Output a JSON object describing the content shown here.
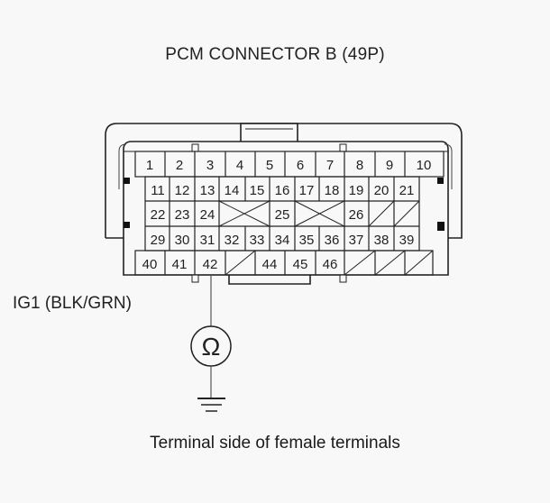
{
  "diagram": {
    "title": "PCM CONNECTOR B (49P)",
    "caption": "Terminal side of female terminals",
    "wire_label": "IG1 (BLK/GRN)",
    "meter_symbol": "Ω",
    "probe_terminal": "42",
    "ground_symbol": "ground-icon",
    "rows": [
      [
        "1",
        "2",
        "3",
        "4",
        "5",
        "6",
        "7",
        "8",
        "9",
        "10"
      ],
      [
        "11",
        "12",
        "13",
        "14",
        "15",
        "16",
        "17",
        "18",
        "19",
        "20",
        "21"
      ],
      [
        "22",
        "23",
        "24",
        "X",
        "25",
        "X",
        "26",
        "/",
        "/"
      ],
      [
        "29",
        "30",
        "31",
        "32",
        "33",
        "34",
        "35",
        "36",
        "37",
        "38",
        "39"
      ],
      [
        "40",
        "41",
        "42",
        "/",
        "44",
        "45",
        "46",
        "/",
        "/",
        "/"
      ]
    ]
  }
}
